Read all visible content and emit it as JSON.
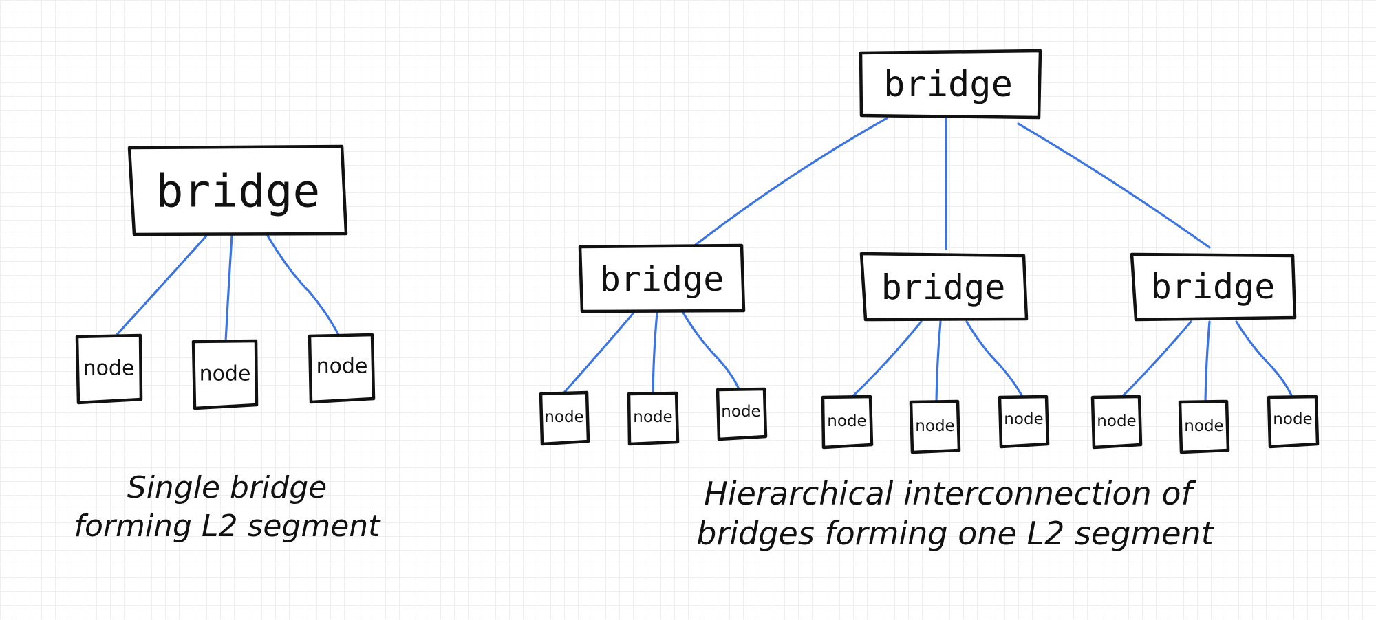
{
  "labels": {
    "bridge": "bridge",
    "node": "node"
  },
  "left_caption": {
    "line1": "Single bridge",
    "line2": "forming L2 segment"
  },
  "right_caption": {
    "line1": "Hierarchical interconnection of",
    "line2": "bridges forming one L2 segment"
  },
  "colors": {
    "link": "#3b74e3",
    "outline": "#111111",
    "grid": "#efefef"
  }
}
